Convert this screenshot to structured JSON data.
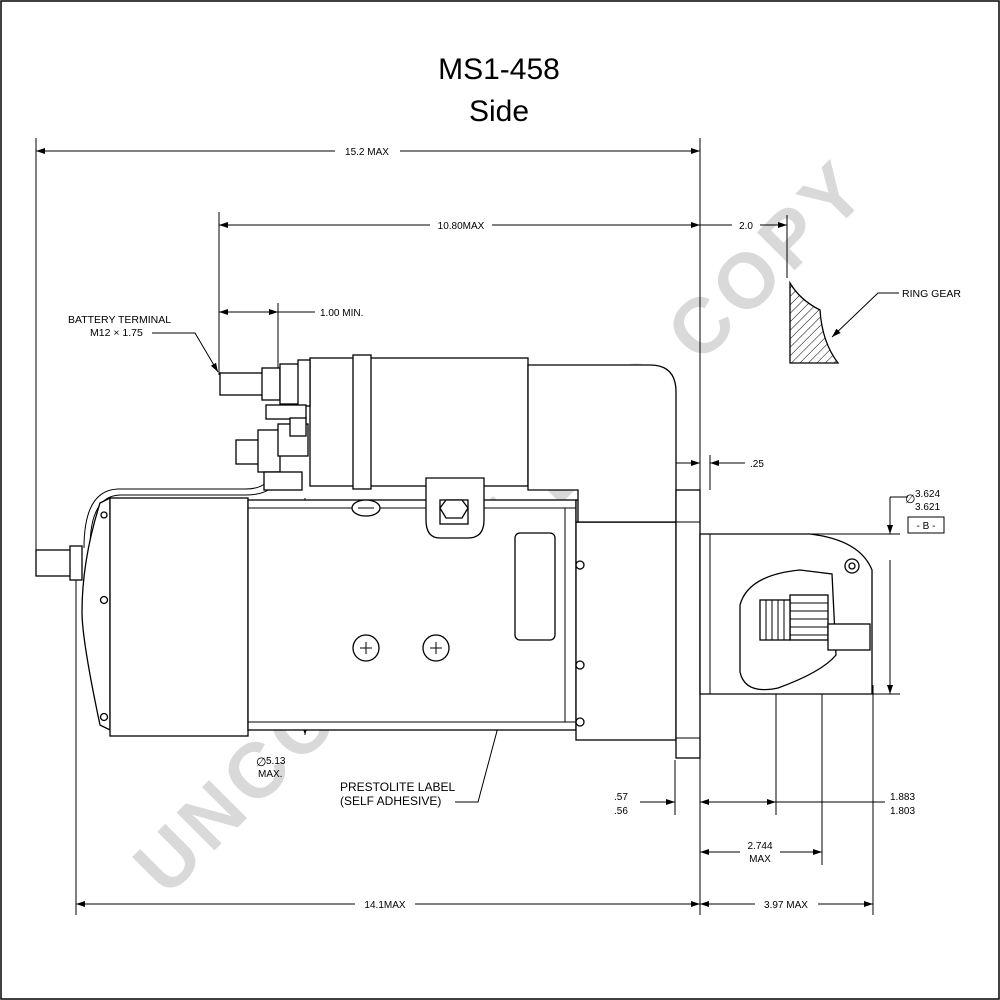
{
  "title": "MS1-458",
  "subtitle": "Side",
  "watermark": "UNCONTROLLED COPY",
  "dimensions": {
    "overall_max": "15.2 MAX",
    "solenoid_length": "10.80MAX",
    "ring_gear_offset": "2.0",
    "terminal_min": "1.00 MIN.",
    "flange_thickness": ".25",
    "pilot_dia_top": "3.624",
    "pilot_dia_bottom": "3.621",
    "datum": "- B -",
    "body_dia": "5.13",
    "body_dia_max": "MAX.",
    "flange_tol_top": ".57",
    "flange_tol_bottom": ".56",
    "pinion_top": "1.883",
    "pinion_bottom": "1.803",
    "pinion_travel": "2.744",
    "pinion_travel_max": "MAX",
    "motor_length": "14.1MAX",
    "nose_length": "3.97 MAX"
  },
  "labels": {
    "battery_terminal_line1": "BATTERY TERMINAL",
    "battery_terminal_line2": "M12 × 1.75",
    "ring_gear": "RING GEAR",
    "prestolite_line1": "PRESTOLITE LABEL",
    "prestolite_line2": "(SELF ADHESIVE)"
  },
  "symbols": {
    "diameter": "∅"
  }
}
